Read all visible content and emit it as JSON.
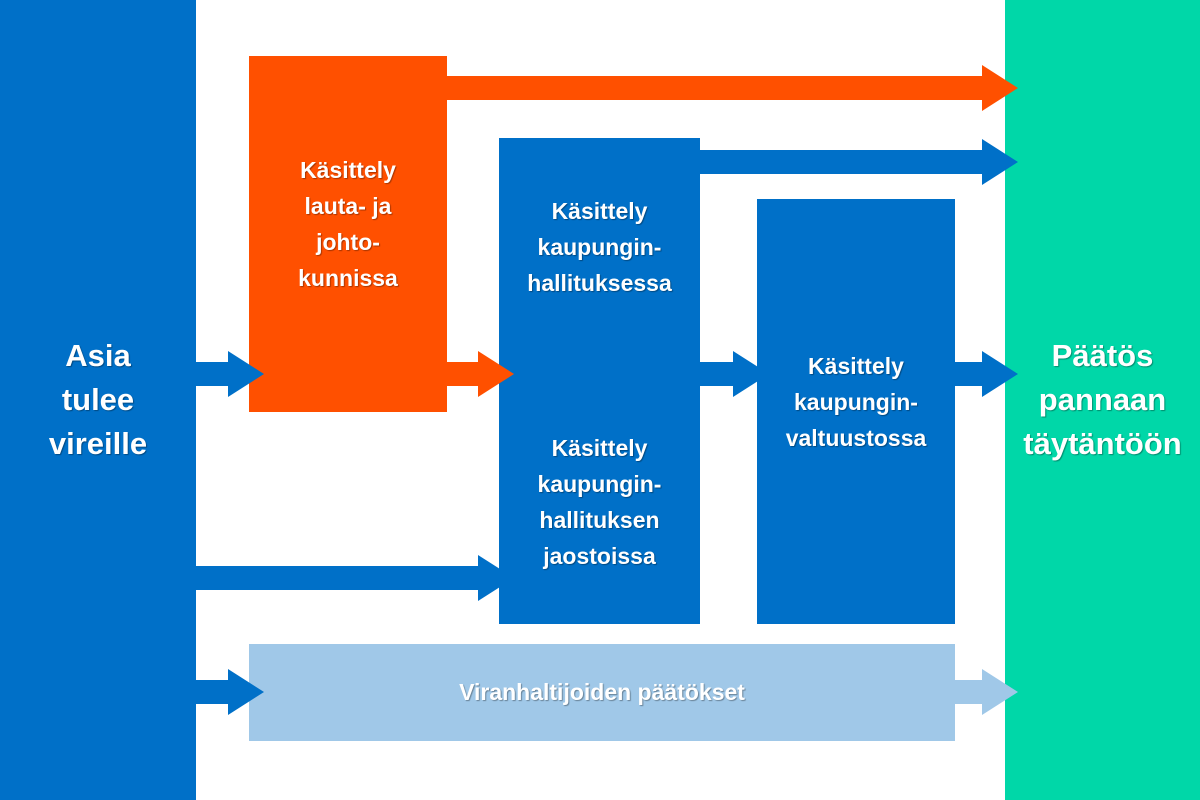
{
  "colors": {
    "blue": "#0070C8",
    "orange": "#FF5000",
    "teal": "#00D7A8",
    "light_blue": "#A0C8E8",
    "white": "#FFFFFF"
  },
  "start": {
    "label": "Asia\ntulee\nvireille"
  },
  "end": {
    "label": "Päätös\npannaan\ntäytäntöön"
  },
  "boards": {
    "label": "Käsittely\nlauta- ja\njohto-\nkunnissa"
  },
  "city_board": {
    "label": "Käsittely\nkaupungin-\nhallituksessa"
  },
  "city_board_divisions": {
    "label": "Käsittely\nkaupungin-\nhallituksen\njaostoissa"
  },
  "city_council": {
    "label": "Käsittely\nkaupungin-\nvaltuustossa"
  },
  "officials": {
    "label": "Viranhaltijoiden päätökset"
  }
}
